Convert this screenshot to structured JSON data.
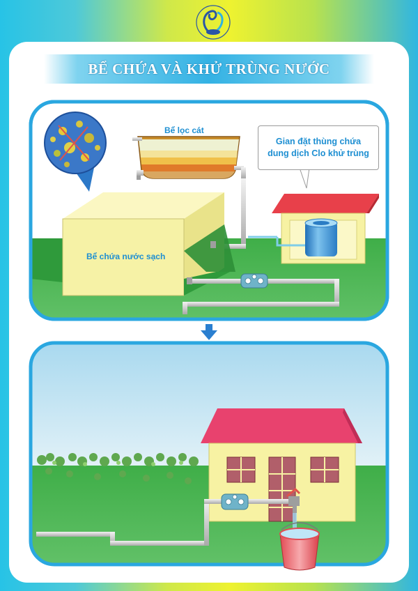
{
  "header": {
    "title": "BỂ CHỨA VÀ KHỬ TRÙNG NƯỚC"
  },
  "labels": {
    "sand_filter": "Bể lọc cát",
    "clean_tank": "Bể chứa nước sạch",
    "chlorine_line1": "Gian đặt thùng chứa",
    "chlorine_line2": "dung dịch Clo khử trùng"
  },
  "icons": {
    "logo": "swan-logo-icon",
    "flow_arrow": "arrow-down-icon",
    "microscope": "bacteria-magnifier-icon"
  },
  "colors": {
    "frame_blue": "#2aa7e0",
    "sky_top": "#b9dff2",
    "grass": "#4fb53d",
    "tank_face": "#f6f2a6",
    "roof_red": "#e8404a",
    "roof_pink": "#e8426e",
    "house_wall": "#f7f2a3",
    "pipe": "#cfcfcf",
    "label_blue": "#1e8fd2",
    "title_text": "#ffffff"
  }
}
